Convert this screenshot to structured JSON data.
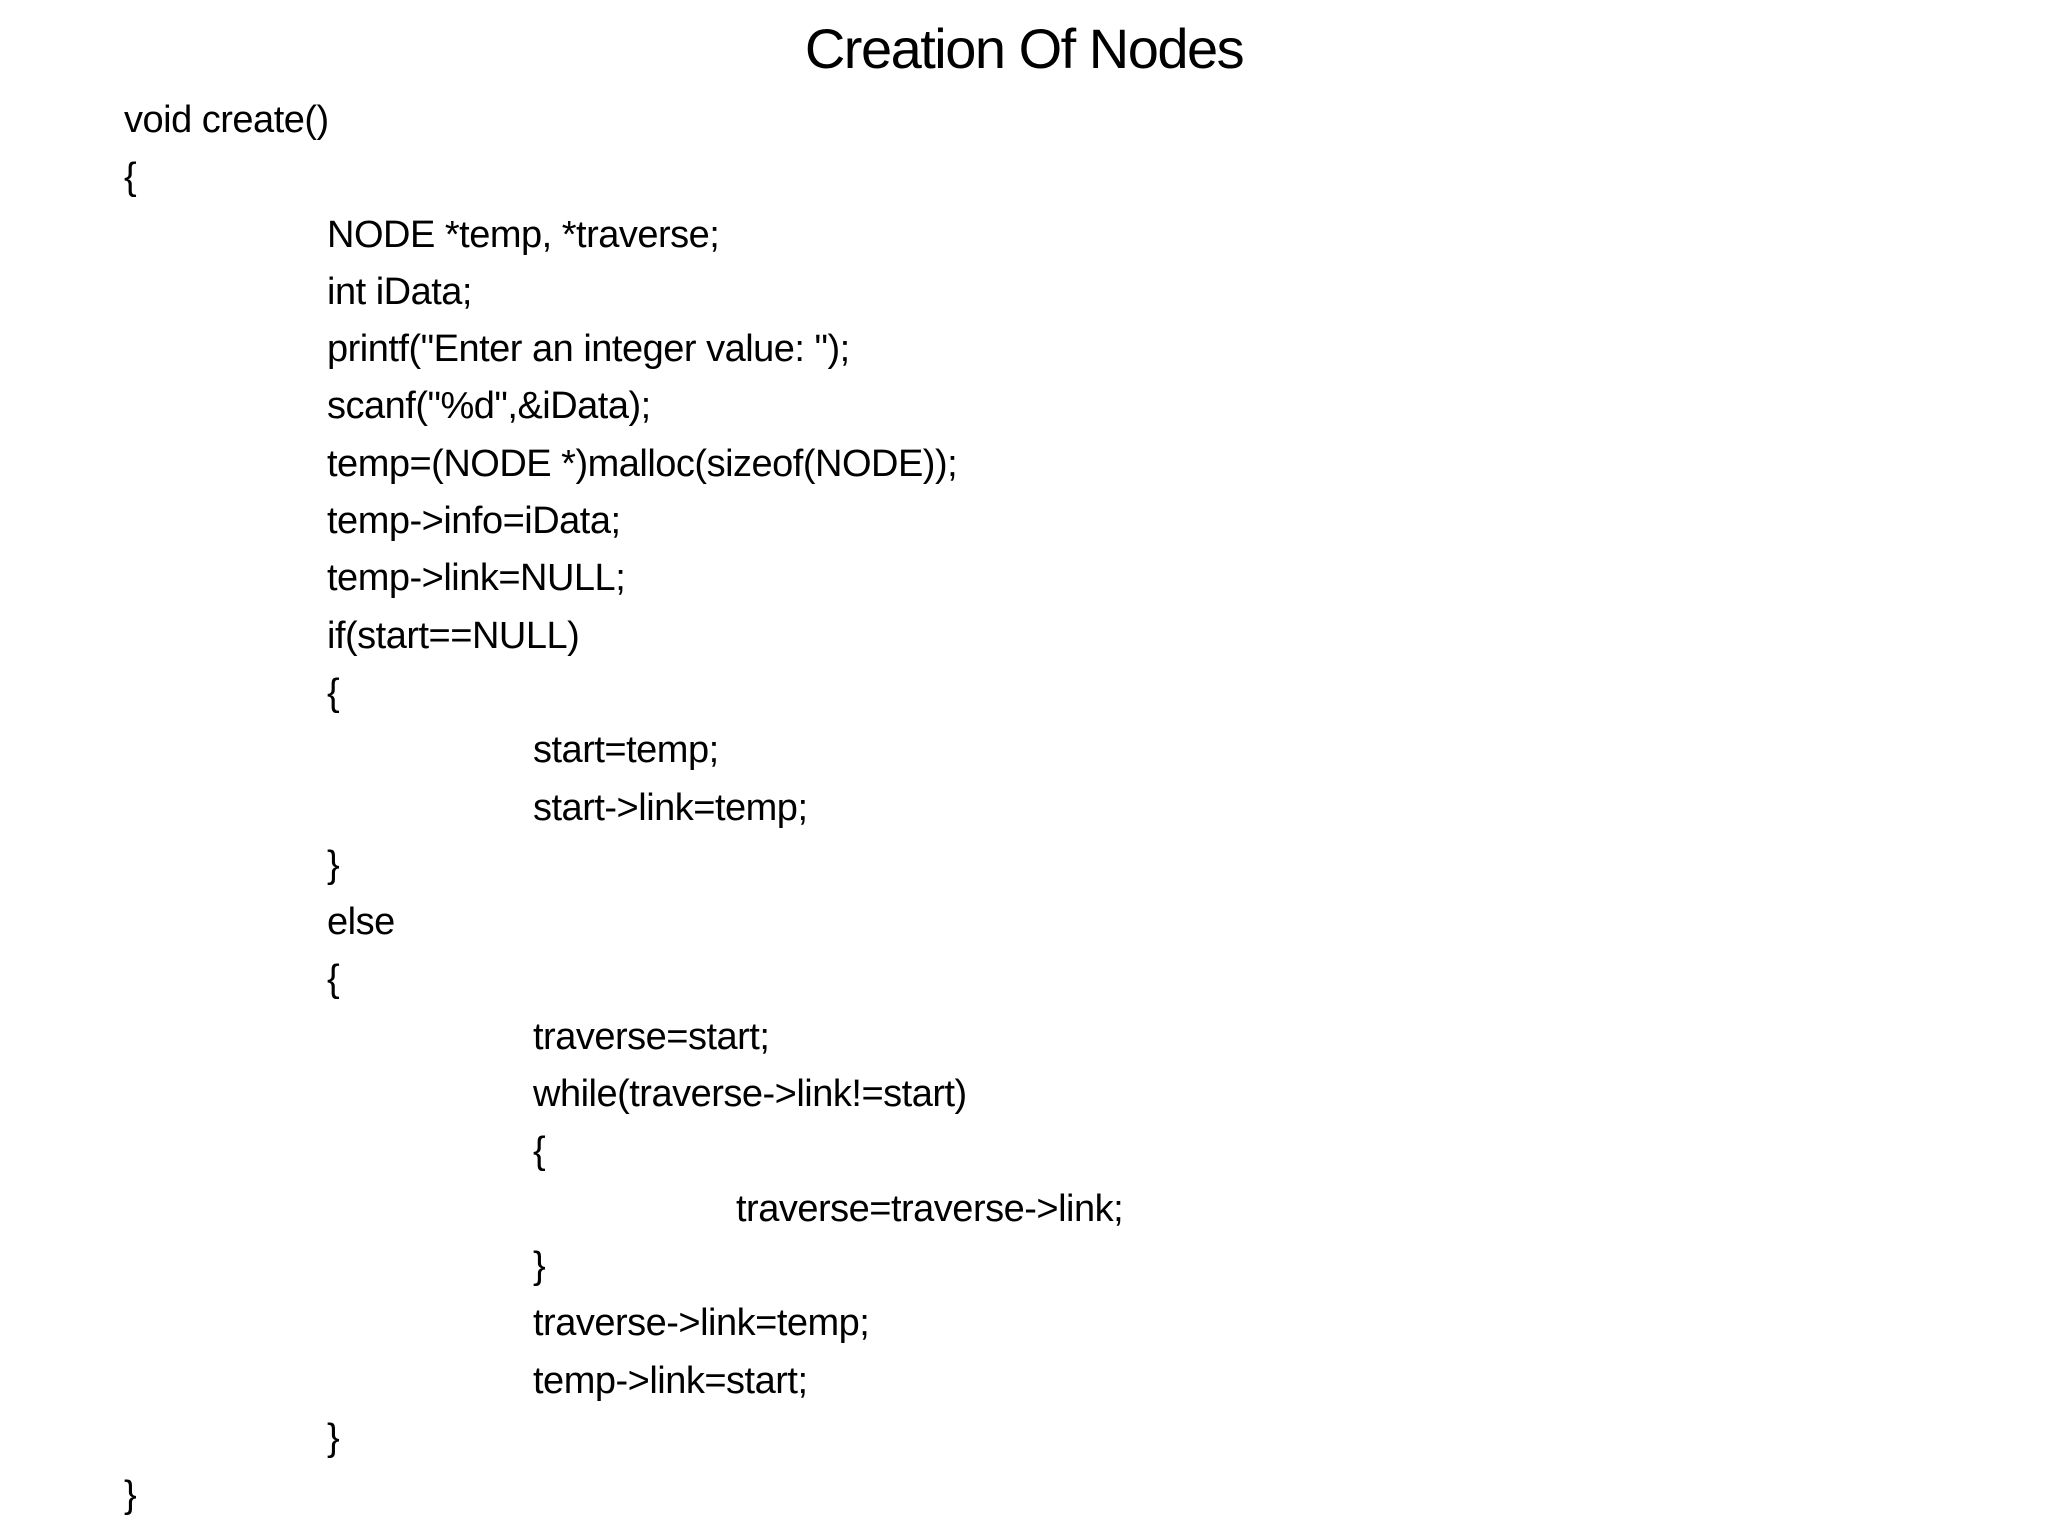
{
  "slide": {
    "title": "Creation Of Nodes",
    "background_color": "#ffffff",
    "text_color": "#000000",
    "code_lines": [
      {
        "indent": 0,
        "text": "void create()"
      },
      {
        "indent": 0,
        "text": "{"
      },
      {
        "indent": 1,
        "text": "NODE *temp, *traverse;"
      },
      {
        "indent": 1,
        "text": "int iData;"
      },
      {
        "indent": 1,
        "text": "printf(\"Enter an integer value: \");"
      },
      {
        "indent": 1,
        "text": "scanf(\"%d\",&iData);"
      },
      {
        "indent": 1,
        "text": "temp=(NODE *)malloc(sizeof(NODE));"
      },
      {
        "indent": 1,
        "text": "temp->info=iData;"
      },
      {
        "indent": 1,
        "text": "temp->link=NULL;"
      },
      {
        "indent": 1,
        "text": "if(start==NULL)"
      },
      {
        "indent": 1,
        "text": "{"
      },
      {
        "indent": 2,
        "text": "start=temp;"
      },
      {
        "indent": 2,
        "text": "start->link=temp;"
      },
      {
        "indent": 1,
        "text": "}"
      },
      {
        "indent": 1,
        "text": "else"
      },
      {
        "indent": 1,
        "text": "{"
      },
      {
        "indent": 2,
        "text": "traverse=start;"
      },
      {
        "indent": 2,
        "text": "while(traverse->link!=start)"
      },
      {
        "indent": 2,
        "text": "{"
      },
      {
        "indent": 3,
        "text": "traverse=traverse->link;"
      },
      {
        "indent": 2,
        "text": "}"
      },
      {
        "indent": 2,
        "text": "traverse->link=temp;"
      },
      {
        "indent": 2,
        "text": "temp->link=start;"
      },
      {
        "indent": 1,
        "text": "}"
      },
      {
        "indent": 0,
        "text": "}"
      }
    ]
  }
}
